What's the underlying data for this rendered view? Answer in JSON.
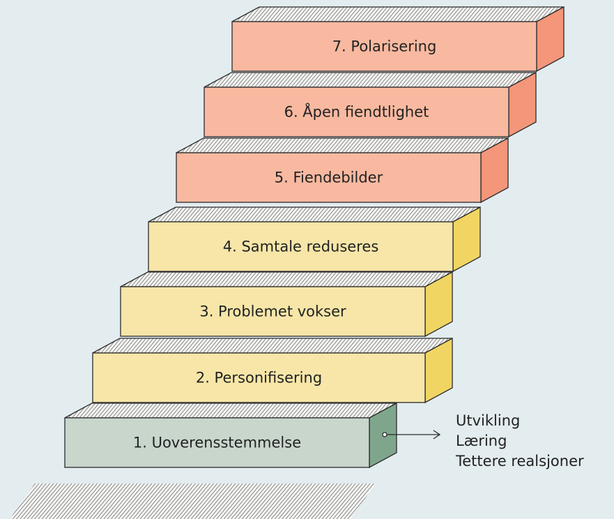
{
  "steps": [
    {
      "label": "1.  Uoverensstemmelse",
      "front": "#c8d6cc",
      "side": "#7fa68c"
    },
    {
      "label": "2.  Personifisering",
      "front": "#f7e6a8",
      "side": "#f0d563"
    },
    {
      "label": "3.  Problemet vokser",
      "front": "#f7e6a8",
      "side": "#f0d563"
    },
    {
      "label": "4.  Samtale reduseres",
      "front": "#f7e6a8",
      "side": "#f0d563"
    },
    {
      "label": "5.  Fiendebilder",
      "front": "#f8b9a0",
      "side": "#f39679"
    },
    {
      "label": "6.  Åpen fiendtlighet",
      "front": "#f8b9a0",
      "side": "#f39679"
    },
    {
      "label": "7.  Polarisering",
      "front": "#f8b9a0",
      "side": "#f39679"
    }
  ],
  "outcomes": {
    "line1": "Utvikling",
    "line2": "Læring",
    "line3": "Tettere realsjoner"
  },
  "colors": {
    "background": "#e3ecef",
    "outline": "#2b2b2b"
  }
}
